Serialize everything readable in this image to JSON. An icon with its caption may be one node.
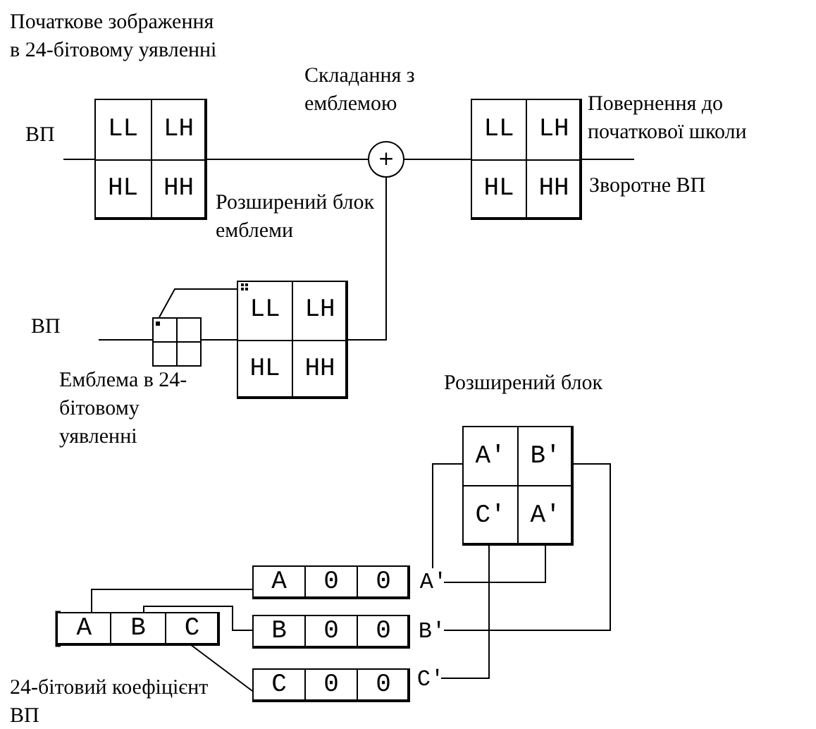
{
  "diagram": {
    "nodes": [
      {
        "text": [],
        "shape": "box",
        "beside": [
          "Початкове зображення в 24-бітовому уявленні"
        ]
      },
      {
        "text": [
          "LL"
        ],
        "in": 0
      },
      {
        "text": [
          "LH"
        ],
        "in": 0
      },
      {
        "text": [
          "HL"
        ],
        "in": 0
      },
      {
        "text": [
          "HH"
        ],
        "in": 0
      },
      {
        "text": [
          "+"
        ],
        "beside": [
          "Складання з емблемою"
        ]
      },
      {
        "text": [],
        "shape": "box",
        "beside": [
          "Повернення до початкової школи",
          "Зворотне ВП"
        ]
      },
      {
        "text": [
          "LL"
        ],
        "in": 6
      },
      {
        "text": [
          "LH"
        ],
        "in": 6
      },
      {
        "text": [
          "HL"
        ],
        "in": 6
      },
      {
        "text": [
          "HH"
        ],
        "in": 6
      },
      {
        "text": [],
        "shape": "box",
        "beside": [
          "Емблема в 24-бітовому уявленні"
        ]
      },
      {
        "text": [],
        "shape": "box"
      },
      {
        "text": [
          "LL"
        ],
        "in": 12
      },
      {
        "text": [
          "LH"
        ],
        "in": 12
      },
      {
        "text": [
          "HL"
        ],
        "in": 12
      },
      {
        "text": [
          "HH"
        ],
        "in": 12
      },
      {
        "text": [],
        "shape": "box",
        "beside": [
          "Розширений блок"
        ]
      },
      {
        "text": [
          "A′"
        ],
        "in": 17
      },
      {
        "text": [
          "B′"
        ],
        "in": 17
      },
      {
        "text": [
          "C′"
        ],
        "in": 17
      },
      {
        "text": [
          "A′"
        ],
        "in": 17
      },
      {
        "text": [],
        "shape": "box",
        "beside": [
          "24-бітовий коефіцієнт ВП"
        ]
      },
      {
        "text": [
          "A"
        ],
        "in": 22
      },
      {
        "text": [
          "B"
        ],
        "in": 22
      },
      {
        "text": [
          "C"
        ],
        "in": 22
      },
      {
        "text": [],
        "shape": "box"
      },
      {
        "text": [
          "A"
        ],
        "in": 26
      },
      {
        "text": [
          "0"
        ],
        "in": 26
      },
      {
        "text": [
          "0"
        ],
        "in": 26
      },
      {
        "text": [],
        "shape": "box"
      },
      {
        "text": [
          "B"
        ],
        "in": 30
      },
      {
        "text": [
          "0"
        ],
        "in": 30
      },
      {
        "text": [
          "0"
        ],
        "in": 30
      },
      {
        "text": [],
        "shape": "box"
      },
      {
        "text": [
          "C"
        ],
        "in": 34
      },
      {
        "text": [
          "0"
        ],
        "in": 34
      },
      {
        "text": [
          "0"
        ],
        "in": 34
      },
      {
        "text": [
          "A′"
        ]
      },
      {
        "text": [
          "B′"
        ]
      },
      {
        "text": [
          "C′"
        ]
      }
    ],
    "edges": [
      {
        "from": null,
        "to": 0,
        "arrow": "none"
      },
      {
        "from": 0,
        "to": 5,
        "arrow": "none"
      },
      {
        "from": 5,
        "to": 6,
        "arrow": "none"
      },
      {
        "from": 6,
        "to": null,
        "arrow": "none"
      },
      {
        "from": 12,
        "to": 5,
        "arrow": "none"
      },
      {
        "from": null,
        "to": 11,
        "arrow": "none"
      },
      {
        "from": 11,
        "to": 12,
        "arrow": "none"
      },
      {
        "from": 11,
        "to": 13,
        "arrow": "other"
      },
      {
        "from": 23,
        "to": 27,
        "arrow": "none"
      },
      {
        "from": 24,
        "to": 31,
        "arrow": "none"
      },
      {
        "from": 25,
        "to": 35,
        "arrow": "none"
      },
      {
        "from": 38,
        "to": 21,
        "arrow": "none"
      },
      {
        "from": 38,
        "to": 18,
        "arrow": "none"
      },
      {
        "from": 39,
        "to": 19,
        "arrow": "none"
      },
      {
        "from": 40,
        "to": 20,
        "arrow": "none"
      }
    ],
    "labels": [
      "ВП",
      "Розширений блок емблеми",
      "ВП"
    ]
  }
}
